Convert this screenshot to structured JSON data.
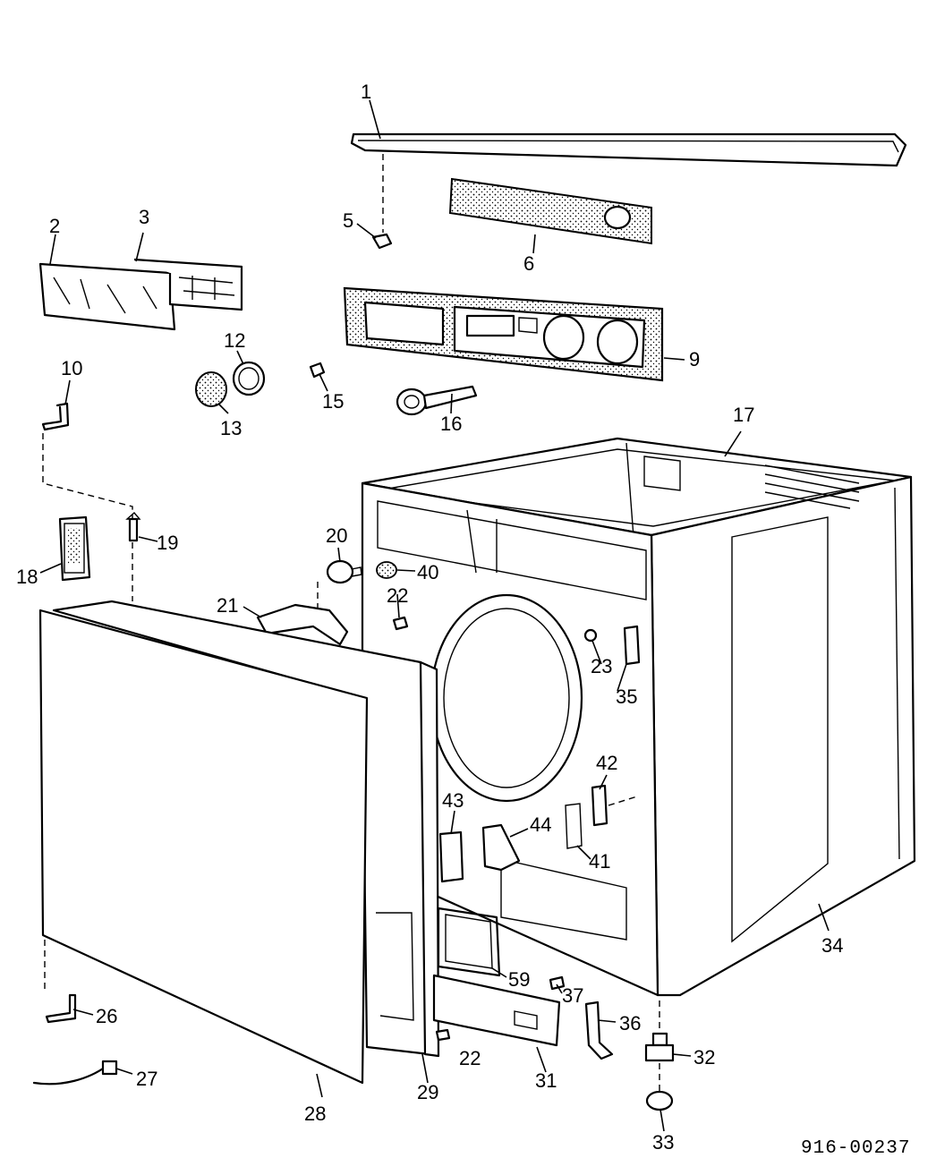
{
  "drawing_number": "916-00237",
  "parts": [
    {
      "id": "p1",
      "label": "1"
    },
    {
      "id": "p2",
      "label": "2"
    },
    {
      "id": "p3",
      "label": "3"
    },
    {
      "id": "p5",
      "label": "5"
    },
    {
      "id": "p6",
      "label": "6"
    },
    {
      "id": "p9",
      "label": "9"
    },
    {
      "id": "p10",
      "label": "10"
    },
    {
      "id": "p12",
      "label": "12"
    },
    {
      "id": "p13",
      "label": "13"
    },
    {
      "id": "p15",
      "label": "15"
    },
    {
      "id": "p16",
      "label": "16"
    },
    {
      "id": "p17",
      "label": "17"
    },
    {
      "id": "p18",
      "label": "18"
    },
    {
      "id": "p19",
      "label": "19"
    },
    {
      "id": "p20",
      "label": "20"
    },
    {
      "id": "p21",
      "label": "21"
    },
    {
      "id": "p22a",
      "label": "22"
    },
    {
      "id": "p22b",
      "label": "22"
    },
    {
      "id": "p23",
      "label": "23"
    },
    {
      "id": "p26",
      "label": "26"
    },
    {
      "id": "p27",
      "label": "27"
    },
    {
      "id": "p28",
      "label": "28"
    },
    {
      "id": "p29",
      "label": "29"
    },
    {
      "id": "p31",
      "label": "31"
    },
    {
      "id": "p32",
      "label": "32"
    },
    {
      "id": "p33",
      "label": "33"
    },
    {
      "id": "p34",
      "label": "34"
    },
    {
      "id": "p35",
      "label": "35"
    },
    {
      "id": "p36",
      "label": "36"
    },
    {
      "id": "p37",
      "label": "37"
    },
    {
      "id": "p40",
      "label": "40"
    },
    {
      "id": "p41",
      "label": "41"
    },
    {
      "id": "p42",
      "label": "42"
    },
    {
      "id": "p43",
      "label": "43"
    },
    {
      "id": "p44",
      "label": "44"
    },
    {
      "id": "p59",
      "label": "59"
    }
  ]
}
